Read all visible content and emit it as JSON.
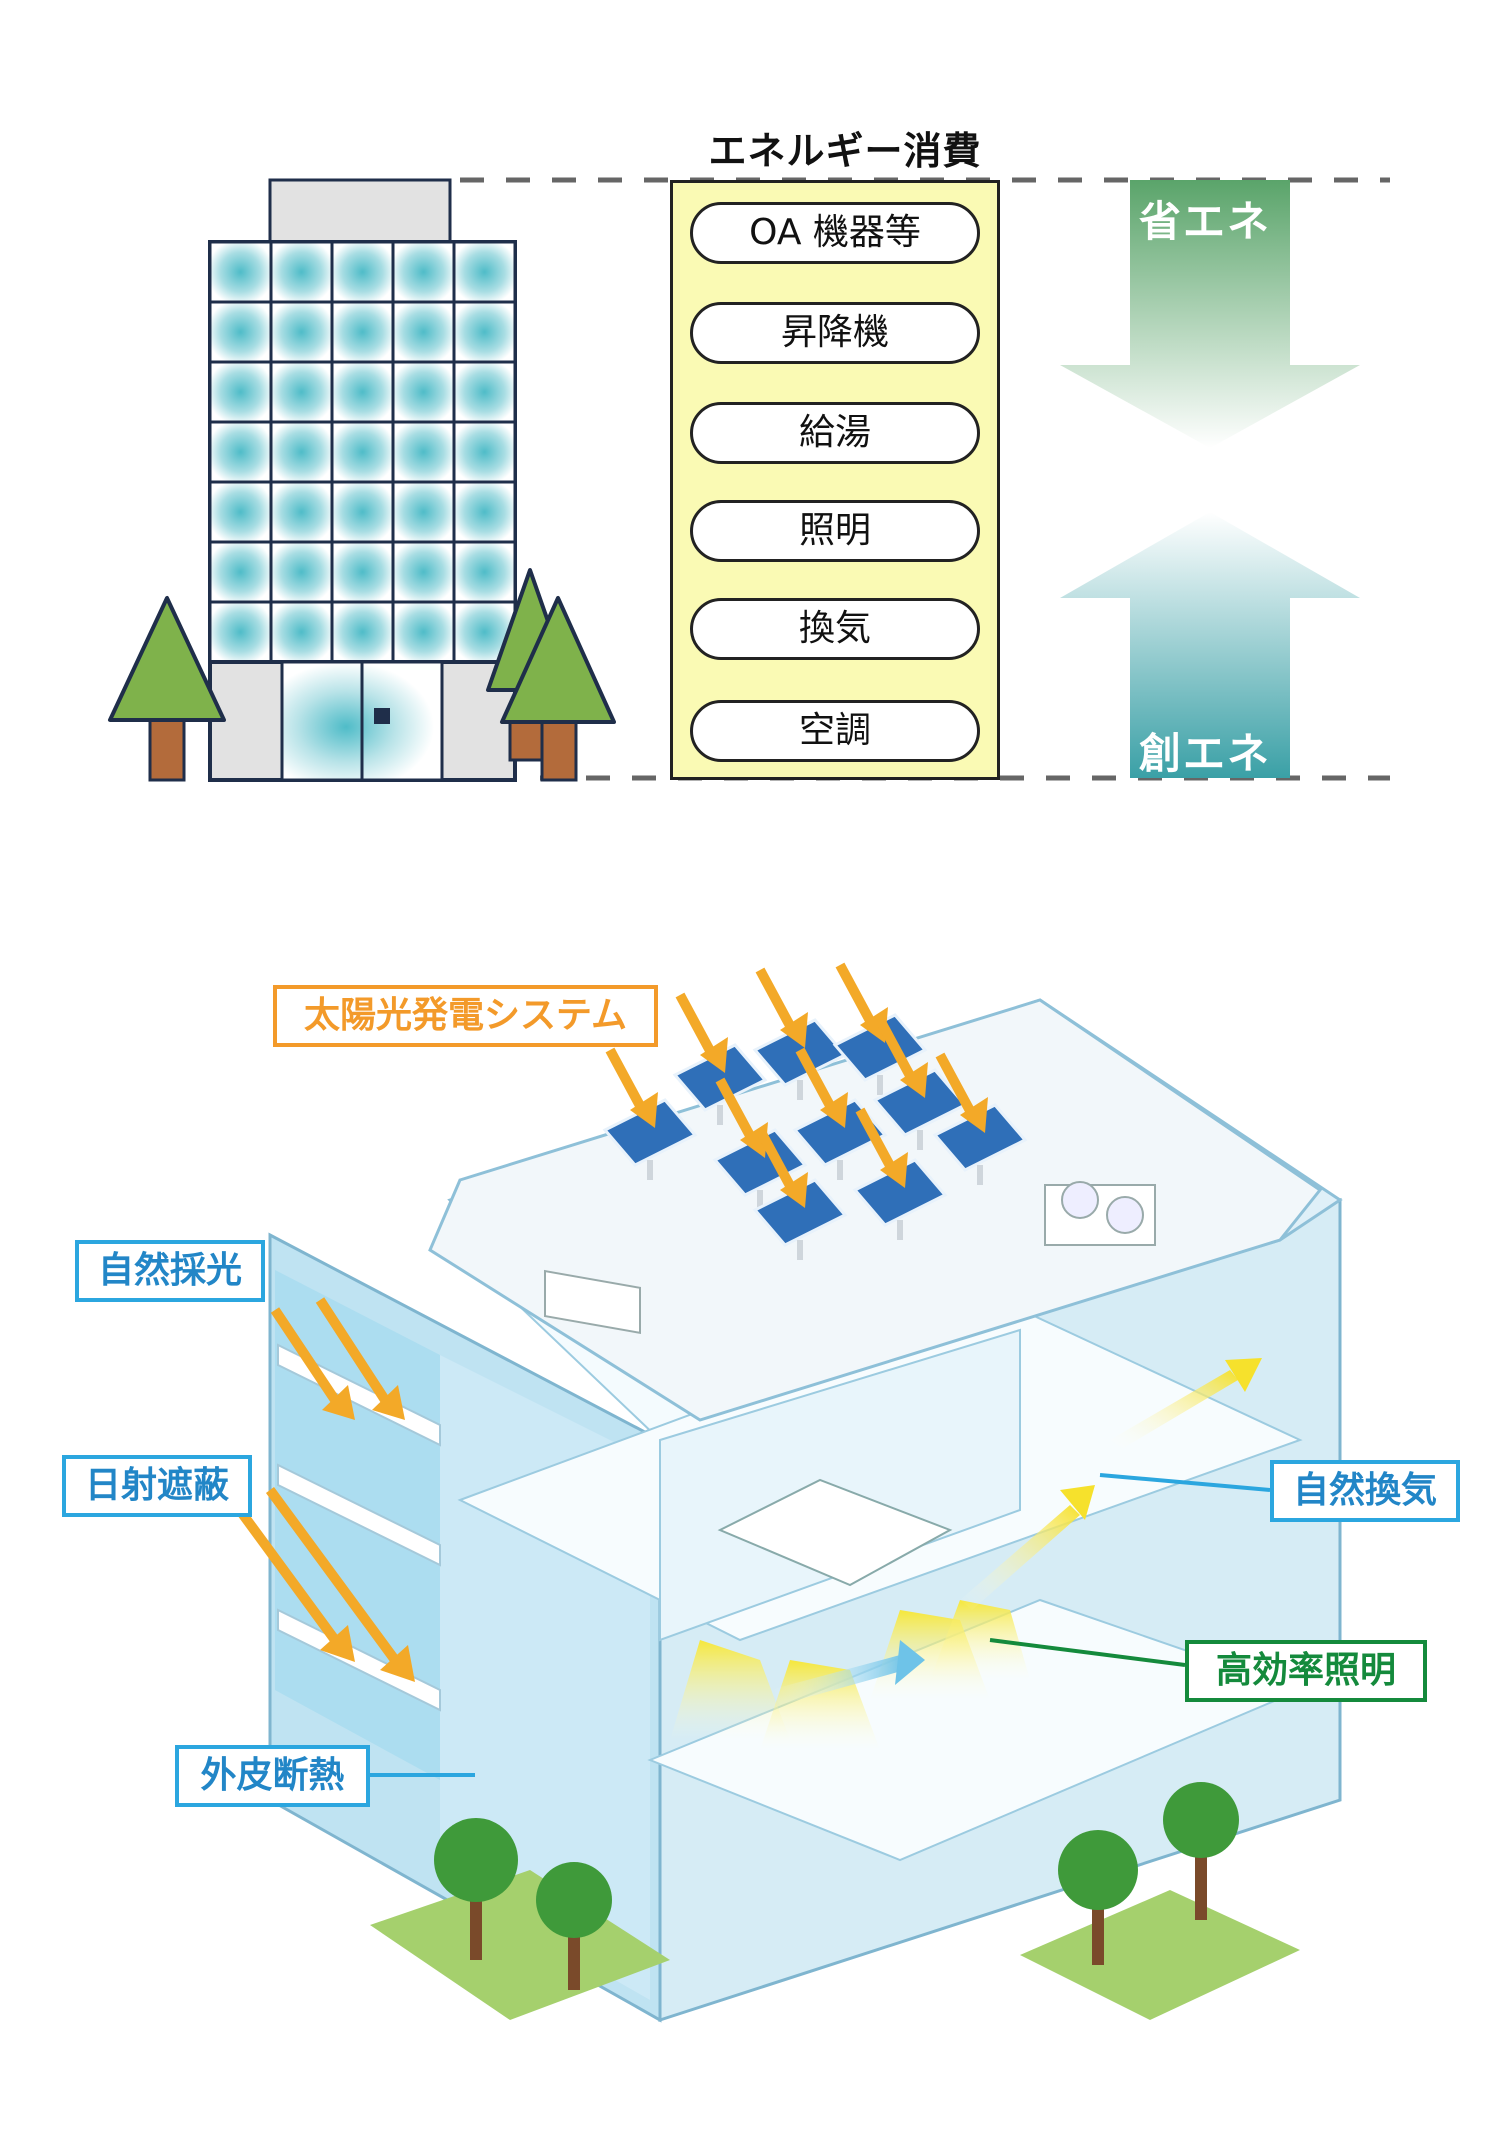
{
  "energy_consumption": {
    "title": "エネルギー消費",
    "items": [
      "OA 機器等",
      "昇降機",
      "給湯",
      "照明",
      "換気",
      "空調"
    ]
  },
  "arrows": {
    "save_label": "省エネ",
    "create_label": "創エネ"
  },
  "callouts": {
    "solar": "太陽光発電システム",
    "daylighting": "自然採光",
    "shading": "日射遮蔽",
    "insulation": "外皮断熱",
    "ventilation": "自然換気",
    "lighting": "高効率照明"
  },
  "colors": {
    "accent_orange": "#f39a2a",
    "accent_blue": "#2ba6df",
    "accent_green": "#148a3c",
    "consumption_fill": "#fafab4",
    "save_arrow": "#5aa46a",
    "create_arrow": "#3aa0a6",
    "tree": "#7fb24b"
  }
}
